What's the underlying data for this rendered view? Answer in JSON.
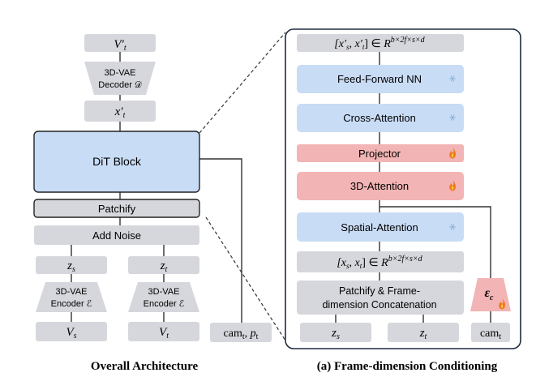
{
  "left": {
    "v_prime_t": "V′t",
    "decoder_line1": "3D-VAE",
    "decoder_line2": "Decoder 𝒟",
    "x_prime_t": "x′t",
    "dit_block": "DiT Block",
    "patchify": "Patchify",
    "add_noise": "Add Noise",
    "z_s": "zs",
    "z_t": "zt",
    "encoder_line1": "3D-VAE",
    "encoder_line2": "Encoder ℰ",
    "v_s": "Vs",
    "v_t": "Vt",
    "cam_p": "camt, pt",
    "caption": "Overall Architecture"
  },
  "right": {
    "out_tensor": "[x′s, x′t] ∈ R",
    "out_tensor_exp": "b×2f×s×d",
    "ffn": "Feed-Forward NN",
    "cross_attention": "Cross-Attention",
    "projector": "Projector",
    "attention_3d": "3D-Attention",
    "spatial_attention": "Spatial-Attention",
    "in_tensor": "[xs, xt] ∈ R",
    "in_tensor_exp": "b×2f×s×d",
    "patchify_line1": "Patchify & Frame-",
    "patchify_line2": "dimension Concatenation",
    "cam_encoder": "εc",
    "z_s": "zs",
    "z_t": "zt",
    "cam_t": "camt",
    "caption": "(a) Frame-dimension Conditioning"
  },
  "colors": {
    "gray": "#d6d7dc",
    "blue": "#c9dcf6",
    "red": "#f2b4b4",
    "dark": "#222222"
  },
  "icons": {
    "frozen": "snowflake-icon",
    "trainable": "fire-icon"
  }
}
